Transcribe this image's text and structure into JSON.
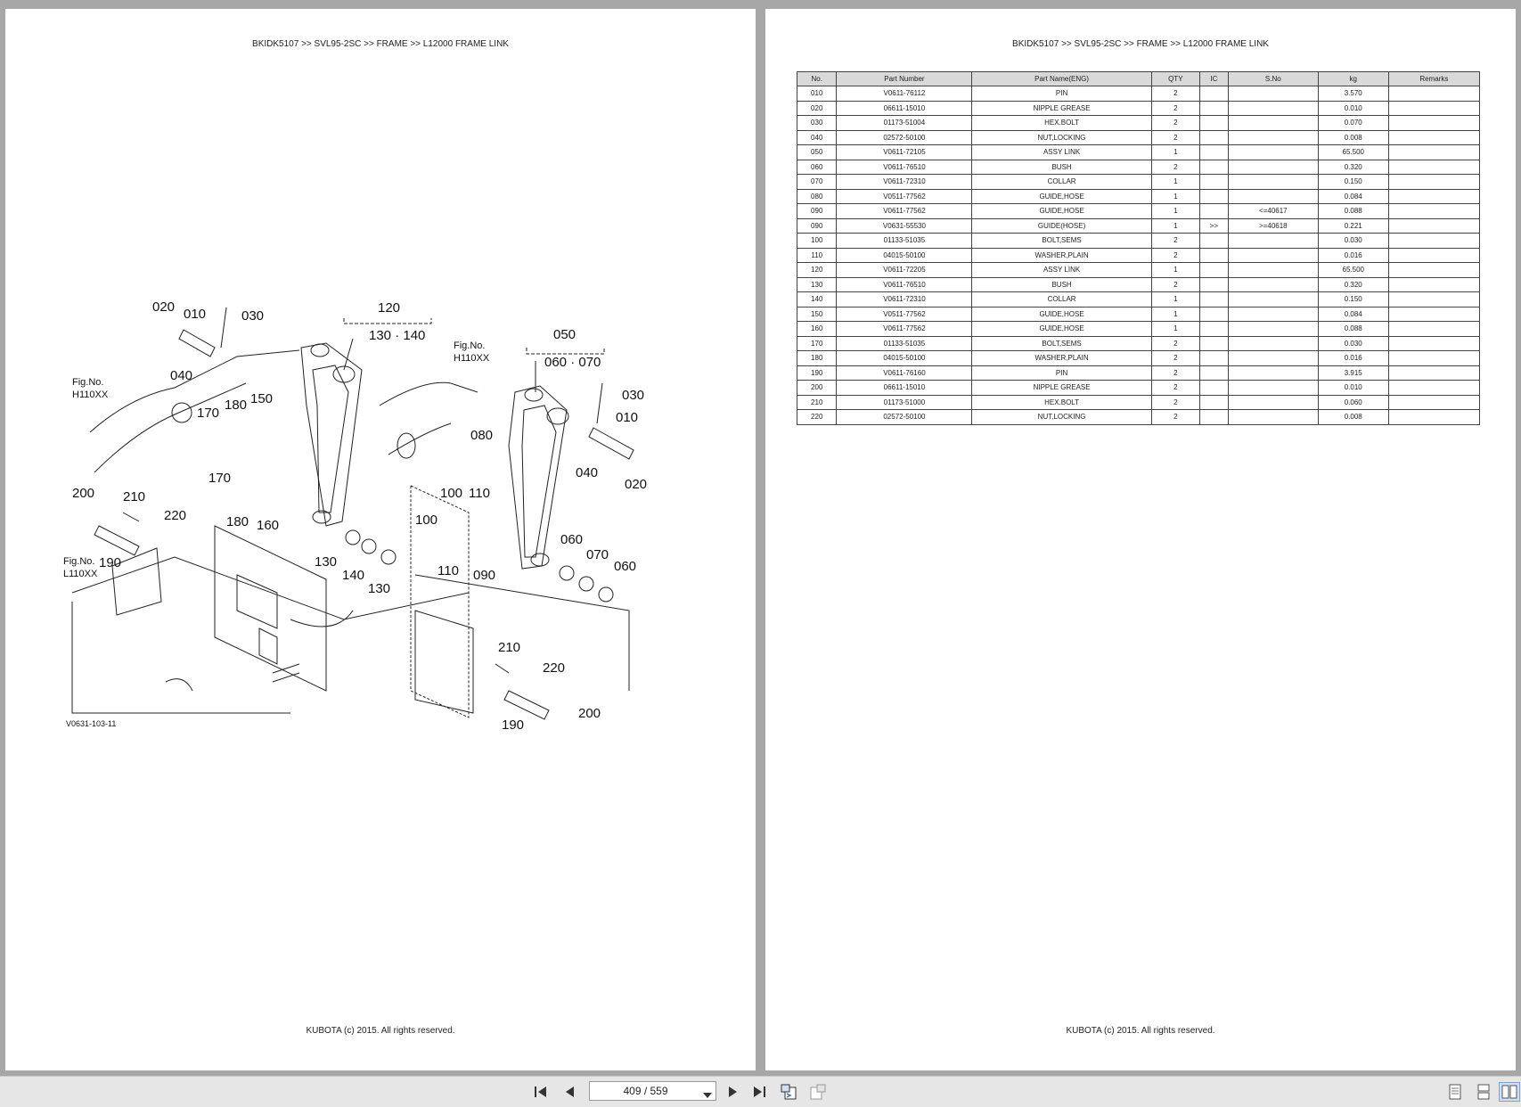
{
  "left_page": {
    "header": "BKIDK5107 >> SVL95-2SC >> FRAME >> L12000   FRAME LINK",
    "footer": "KUBOTA (c) 2015. All rights reserved.",
    "diagram": {
      "code": "V0631-103-11",
      "fig_h": [
        "Fig.No.",
        "H110XX"
      ],
      "fig_h2": [
        "Fig.No.",
        "H110XX"
      ],
      "fig_l": [
        "Fig.No.",
        "L110XX"
      ],
      "group_120": "120",
      "group_120_items": "130 · 140",
      "group_050": "050",
      "group_050_items": "060 · 070",
      "callouts": [
        "020",
        "010",
        "030",
        "040",
        "170",
        "180",
        "150",
        "170",
        "200",
        "210",
        "220",
        "180",
        "160",
        "190",
        "130",
        "140",
        "130",
        "080",
        "100",
        "110",
        "100",
        "110",
        "090",
        "030",
        "010",
        "040",
        "020",
        "060",
        "070",
        "060",
        "210",
        "220",
        "190",
        "200"
      ]
    }
  },
  "right_page": {
    "header": "BKIDK5107 >> SVL95-2SC >> FRAME >> L12000   FRAME LINK",
    "footer": "KUBOTA (c) 2015. All rights reserved.",
    "table": {
      "columns": [
        "No.",
        "Part Number",
        "Part Name(ENG)",
        "QTY",
        "IC",
        "S.No",
        "kg",
        "Remarks"
      ],
      "rows": [
        [
          "010",
          "V0611-76112",
          "PIN",
          "2",
          "",
          "",
          "3.570",
          ""
        ],
        [
          "020",
          "06611-15010",
          "NIPPLE GREASE",
          "2",
          "",
          "",
          "0.010",
          ""
        ],
        [
          "030",
          "01173-51004",
          "HEX.BOLT",
          "2",
          "",
          "",
          "0.070",
          ""
        ],
        [
          "040",
          "02572-50100",
          "NUT,LOCKING",
          "2",
          "",
          "",
          "0.008",
          ""
        ],
        [
          "050",
          "V0611-72105",
          "ASSY LINK",
          "1",
          "",
          "",
          "65.500",
          ""
        ],
        [
          "060",
          "V0611-76510",
          "BUSH",
          "2",
          "",
          "",
          "0.320",
          ""
        ],
        [
          "070",
          "V0611-72310",
          "COLLAR",
          "1",
          "",
          "",
          "0.150",
          ""
        ],
        [
          "080",
          "V0511-77562",
          "GUIDE,HOSE",
          "1",
          "",
          "",
          "0.084",
          ""
        ],
        [
          "090",
          "V0611-77562",
          "GUIDE,HOSE",
          "1",
          "",
          "<=40617",
          "0.088",
          ""
        ],
        [
          "090",
          "V0631-55530",
          "GUIDE(HOSE)",
          "1",
          ">>",
          ">=40618",
          "0.221",
          ""
        ],
        [
          "100",
          "01133-51035",
          "BOLT,SEMS",
          "2",
          "",
          "",
          "0.030",
          ""
        ],
        [
          "110",
          "04015-50100",
          "WASHER,PLAIN",
          "2",
          "",
          "",
          "0.016",
          ""
        ],
        [
          "120",
          "V0611-72205",
          "ASSY LINK",
          "1",
          "",
          "",
          "65.500",
          ""
        ],
        [
          "130",
          "V0611-76510",
          "BUSH",
          "2",
          "",
          "",
          "0.320",
          ""
        ],
        [
          "140",
          "V0611-72310",
          "COLLAR",
          "1",
          "",
          "",
          "0.150",
          ""
        ],
        [
          "150",
          "V0511-77562",
          "GUIDE,HOSE",
          "1",
          "",
          "",
          "0.084",
          ""
        ],
        [
          "160",
          "V0611-77562",
          "GUIDE,HOSE",
          "1",
          "",
          "",
          "0.088",
          ""
        ],
        [
          "170",
          "01133-51035",
          "BOLT,SEMS",
          "2",
          "",
          "",
          "0.030",
          ""
        ],
        [
          "180",
          "04015-50100",
          "WASHER,PLAIN",
          "2",
          "",
          "",
          "0.016",
          ""
        ],
        [
          "190",
          "V0611-76160",
          "PIN",
          "2",
          "",
          "",
          "3.915",
          ""
        ],
        [
          "200",
          "06611-15010",
          "NIPPLE GREASE",
          "2",
          "",
          "",
          "0.010",
          ""
        ],
        [
          "210",
          "01173-51000",
          "HEX.BOLT",
          "2",
          "",
          "",
          "0.060",
          ""
        ],
        [
          "220",
          "02572-50100",
          "NUT,LOCKING",
          "2",
          "",
          "",
          "0.008",
          ""
        ]
      ]
    }
  },
  "toolbar": {
    "page_indicator": "409 / 559",
    "icons": [
      "first-page-icon",
      "previous-page-icon",
      "next-page-icon",
      "last-page-icon",
      "previous-view-icon",
      "next-view-icon",
      "single-page-icon",
      "continuous-page-icon",
      "facing-pages-icon"
    ]
  }
}
